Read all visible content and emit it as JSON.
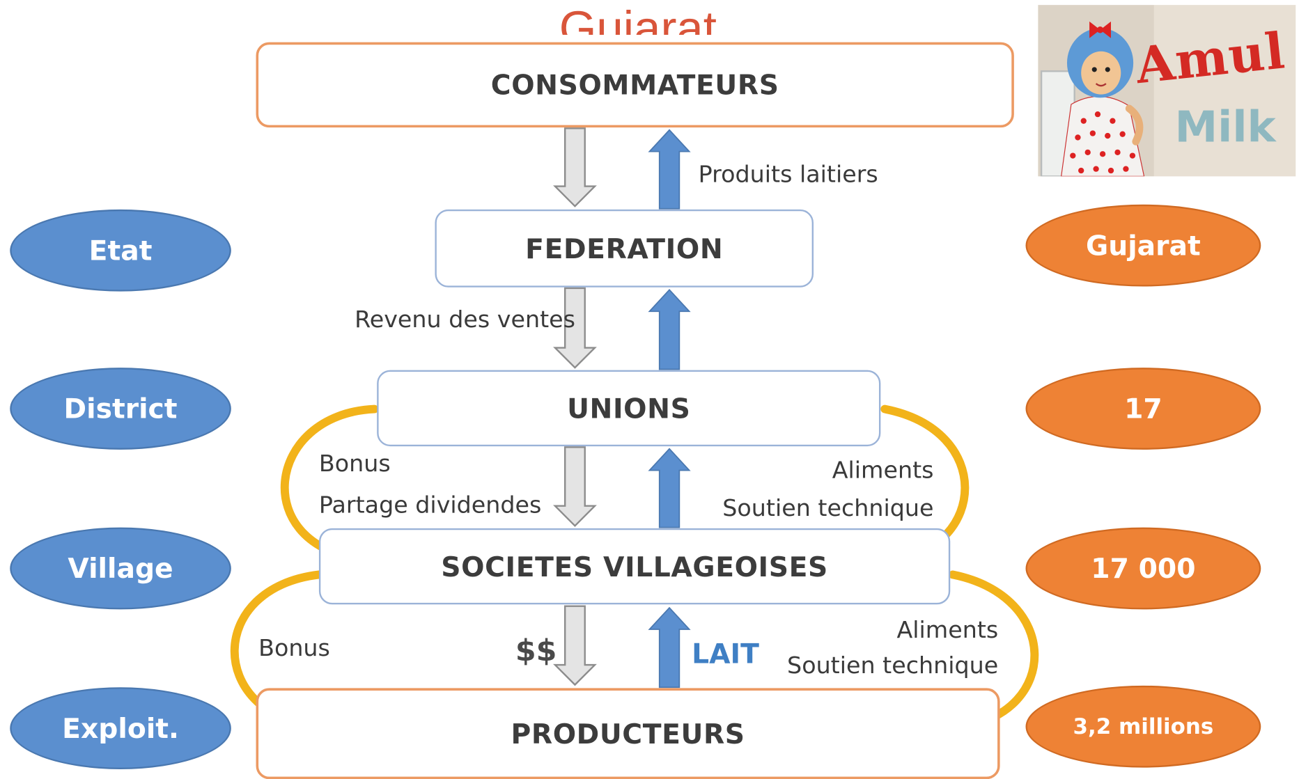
{
  "title": "Gujarat",
  "boxes": {
    "consommateurs": "CONSOMMATEURS",
    "federation": "FEDERATION",
    "unions": "UNIONS",
    "societes": "SOCIETES VILLAGEOISES",
    "producteurs": "PRODUCTEURS"
  },
  "levels_left": {
    "etat": "Etat",
    "district": "District",
    "village": "Village",
    "exploit": "Exploit."
  },
  "counts_right": {
    "gujarat": "Gujarat",
    "unions_count": "17",
    "villages_count": "17 000",
    "producers_count": "3,2 millions"
  },
  "flow_labels": {
    "produits_laitiers": "Produits laitiers",
    "revenu_ventes": "Revenu des ventes",
    "bonus_1": "Bonus",
    "partage_dividendes": "Partage dividendes",
    "aliments_1": "Aliments",
    "soutien_1": "Soutien technique",
    "bonus_2": "Bonus",
    "dollars": "$$",
    "lait": "LAIT",
    "aliments_2": "Aliments",
    "soutien_2": "Soutien technique"
  },
  "logo": {
    "brand": "Amul",
    "product": "Milk"
  },
  "colors": {
    "title": "#d9553a",
    "blue_ellipse": "#5b8fcf",
    "orange_ellipse": "#ee8235",
    "blue_arrow": "#5b8fcf",
    "grey_arrow": "#e4e4e4",
    "gold_arrow": "#f2b31a",
    "lait_text": "#3f7fc4"
  }
}
